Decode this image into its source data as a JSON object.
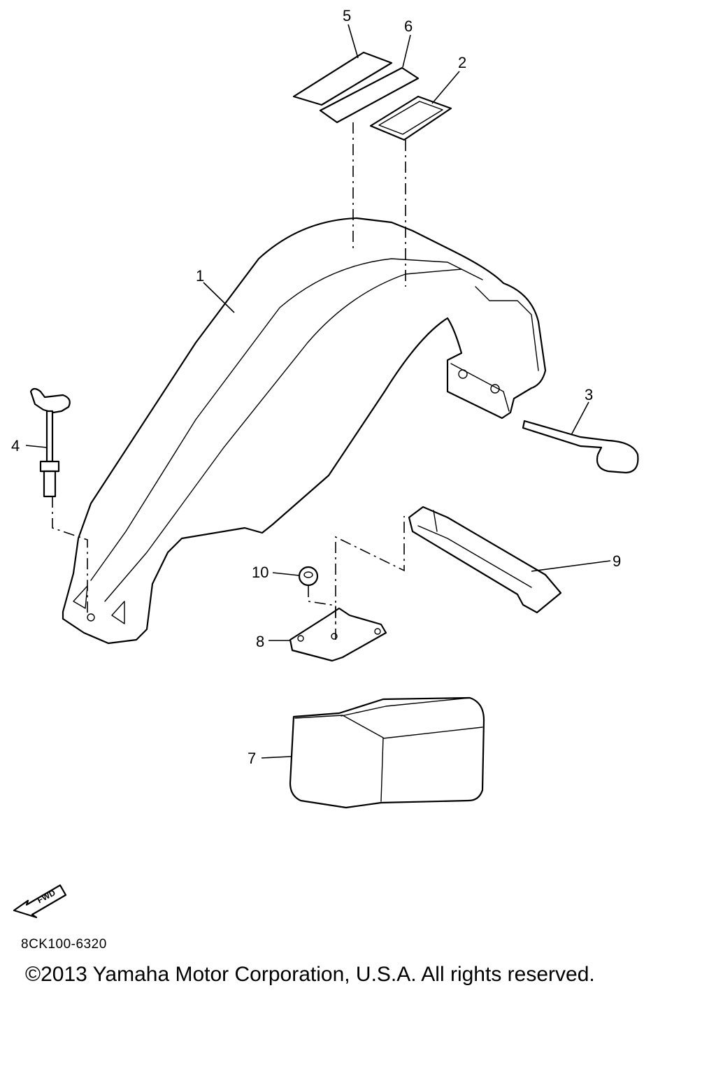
{
  "callouts": [
    "1",
    "2",
    "3",
    "4",
    "5",
    "6",
    "7",
    "8",
    "9",
    "10"
  ],
  "fwd_label": "FWD",
  "drawing_code": "8CK100-6320",
  "copyright": "©2013 Yamaha Motor Corporation, U.S.A. All rights reserved."
}
